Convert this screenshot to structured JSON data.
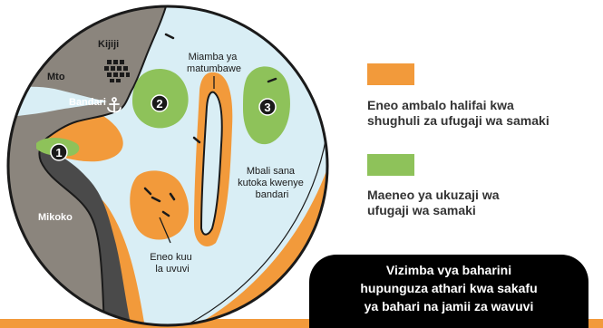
{
  "colors": {
    "water": "#d9eef5",
    "land": "#8b857d",
    "mangrove": "#4a4a4a",
    "exclusion": "#f29a3b",
    "farming": "#8ec25a",
    "outline": "#1a1a1a",
    "callout_bg": "#000000"
  },
  "map": {
    "labels": {
      "village": "Kijiji",
      "river": "Mto",
      "harbour": "Bandari",
      "mangroves": "Mikoko",
      "reef": [
        "Miamba ya",
        "matumbawe"
      ],
      "far_from_harbour": [
        "Mbali sana",
        "kutoka kwenye",
        "bandari"
      ],
      "fishing_ground": [
        "Eneo kuu",
        "la uvuvi"
      ]
    },
    "markers": [
      "1",
      "2",
      "3"
    ],
    "icons": [
      "anchor-icon",
      "buildings-icon"
    ]
  },
  "legend": [
    {
      "color": "#f29a3b",
      "lines": [
        "Eneo ambalo halifai kwa",
        "shughuli za ufugaji wa samaki"
      ]
    },
    {
      "color": "#8ec25a",
      "lines": [
        "Maeneo ya ukuzaji wa",
        "ufugaji wa samaki"
      ]
    }
  ],
  "callout": {
    "lines": [
      "Vizimba vya baharini",
      "hupunguza athari kwa sakafu",
      "ya bahari na jamii za wavuvi"
    ]
  }
}
